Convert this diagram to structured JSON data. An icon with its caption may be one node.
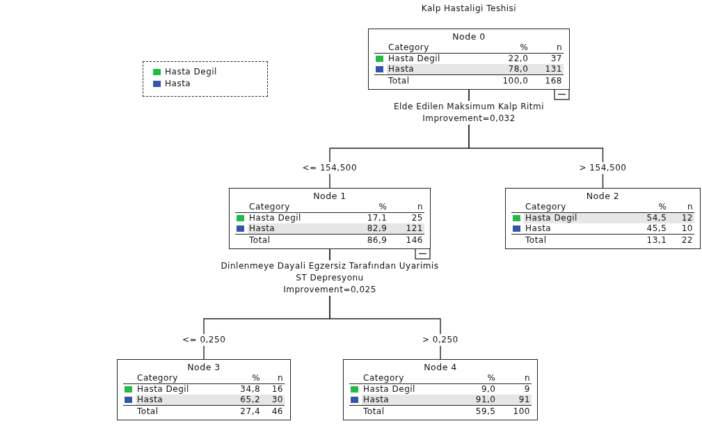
{
  "diagram": {
    "title": "Kalp Hastaligi Teshisi",
    "nodes": [
      {
        "text": [
          "Node 0",
          "Category",
          "%",
          "n",
          "Hasta Degil",
          "22,0",
          "37",
          "Hasta",
          "78,0",
          "131",
          "Total",
          "100,0",
          "168"
        ],
        "beside": [
          "Elde Edilen Maksimum Kalp Ritmi",
          "Improvement=0,032"
        ]
      },
      {
        "text": [
          "Node 1",
          "Category",
          "%",
          "n",
          "Hasta Degil",
          "17,1",
          "25",
          "Hasta",
          "82,9",
          "121",
          "Total",
          "86,9",
          "146"
        ],
        "beside": [
          "Dinlenmeye Dayali Egzersiz Tarafından Uyarimis ST Depresyonu",
          "Improvement=0,025"
        ]
      },
      {
        "text": [
          "Node 2",
          "Category",
          "%",
          "n",
          "Hasta Degil",
          "54,5",
          "12",
          "Hasta",
          "45,5",
          "10",
          "Total",
          "13,1",
          "22"
        ]
      },
      {
        "text": [
          "Node 3",
          "Category",
          "%",
          "n",
          "Hasta Degil",
          "34,8",
          "16",
          "Hasta",
          "65,2",
          "30",
          "Total",
          "27,4",
          "46"
        ]
      },
      {
        "text": [
          "Node 4",
          "Category",
          "%",
          "n",
          "Hasta Degil",
          "9,0",
          "9",
          "Hasta",
          "91,0",
          "91",
          "Total",
          "59,5",
          "100"
        ]
      }
    ],
    "edges": [
      {
        "from": 0,
        "to": 1,
        "arrow": "none",
        "label": "<= 154,500"
      },
      {
        "from": 0,
        "to": 2,
        "arrow": "none",
        "label": "> 154,500"
      },
      {
        "from": 1,
        "to": 3,
        "arrow": "none",
        "label": "<= 0,250"
      },
      {
        "from": 1,
        "to": 4,
        "arrow": "none",
        "label": "> 0,250"
      }
    ],
    "legend": [
      {
        "text": "Hasta Degil",
        "color": "#22bb44"
      },
      {
        "text": "Hasta",
        "color": "#3355aa"
      }
    ]
  }
}
